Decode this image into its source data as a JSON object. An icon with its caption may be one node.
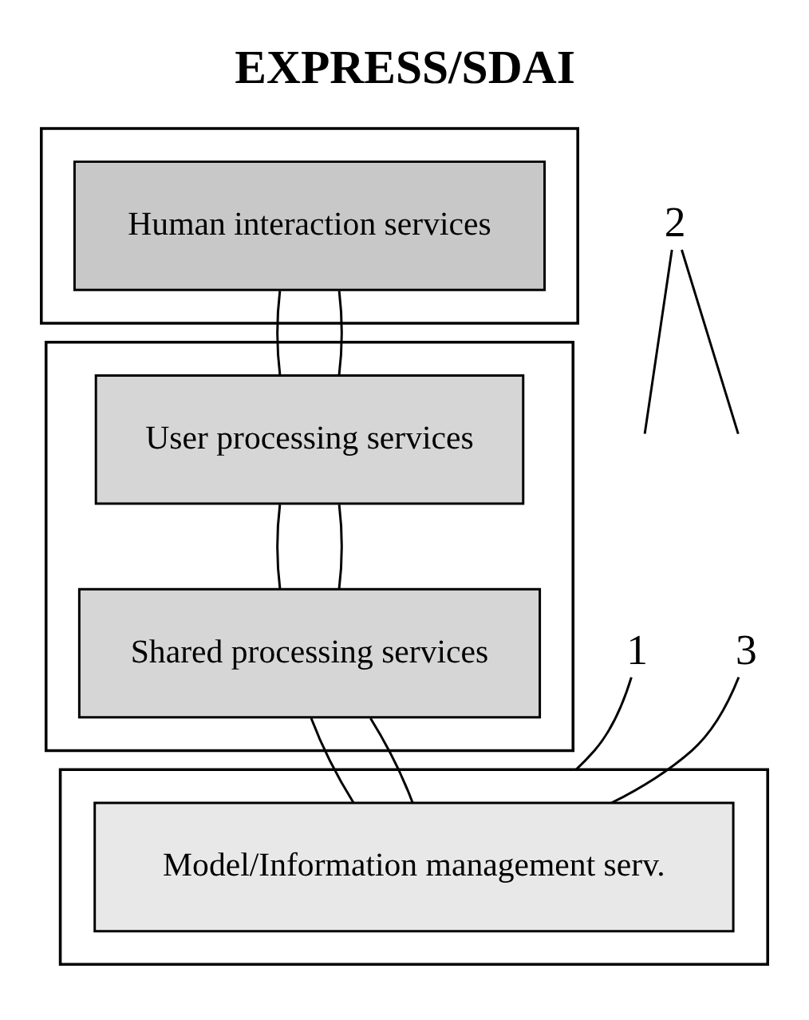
{
  "diagram": {
    "title": "EXPRESS/SDAI",
    "nodes": [
      {
        "text": [],
        "shape": "box"
      },
      {
        "text": [
          "Human interaction services"
        ],
        "in": 0
      },
      {
        "text": [],
        "shape": "box"
      },
      {
        "text": [
          "User processing services"
        ],
        "in": 2
      },
      {
        "text": [
          "Shared processing services"
        ],
        "in": 2
      },
      {
        "text": [],
        "shape": "box"
      },
      {
        "text": [
          "Model/Information management serv."
        ],
        "in": 5
      },
      {
        "text": [
          "1"
        ]
      },
      {
        "text": [
          "2"
        ]
      },
      {
        "text": [
          "3"
        ]
      }
    ],
    "edges": [
      {
        "from": 1,
        "to": 3,
        "arrow": "none"
      },
      {
        "from": 1,
        "to": 3,
        "arrow": "none"
      },
      {
        "from": 3,
        "to": 4,
        "arrow": "none"
      },
      {
        "from": 3,
        "to": 4,
        "arrow": "none"
      },
      {
        "from": 4,
        "to": 6,
        "arrow": "none"
      },
      {
        "from": 4,
        "to": 6,
        "arrow": "none"
      },
      {
        "from": 7,
        "to": 5,
        "arrow": "none"
      },
      {
        "from": 8,
        "to": null,
        "arrow": "none"
      },
      {
        "from": 8,
        "to": null,
        "arrow": "none"
      },
      {
        "from": 9,
        "to": 6,
        "arrow": "none"
      }
    ]
  }
}
